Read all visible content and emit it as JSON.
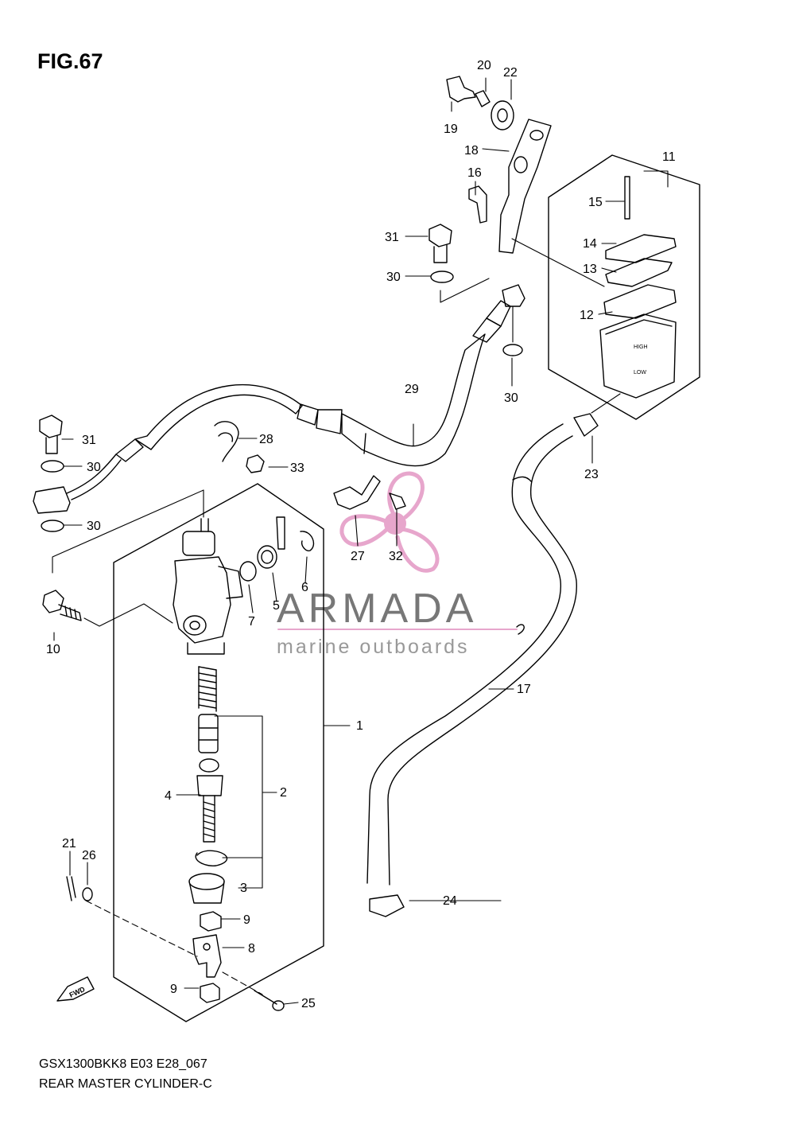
{
  "figure": {
    "title": "FIG.67",
    "code": "GSX1300BKK8 E03 E28_067",
    "description": "REAR MASTER CYLINDER-C"
  },
  "watermark": {
    "name": "ARMADA",
    "tagline": "marine outboards",
    "accent_color": "#e7a6cc"
  },
  "fwd_label": "FWD",
  "callouts": {
    "c1": "1",
    "c2": "2",
    "c3": "3",
    "c4": "4",
    "c5": "5",
    "c6": "6",
    "c7": "7",
    "c8": "8",
    "c9a": "9",
    "c9b": "9",
    "c10": "10",
    "c11": "11",
    "c12": "12",
    "c13": "13",
    "c14": "14",
    "c15": "15",
    "c16": "16",
    "c17": "17",
    "c18": "18",
    "c19": "19",
    "c20": "20",
    "c21": "21",
    "c22": "22",
    "c23": "23",
    "c24": "24",
    "c25": "25",
    "c26": "26",
    "c27": "27",
    "c28": "28",
    "c29": "29",
    "c30a": "30",
    "c30b": "30",
    "c30c": "30",
    "c30d": "30",
    "c31a": "31",
    "c31b": "31",
    "c32": "32",
    "c33": "33"
  },
  "reservoir_labels": {
    "high": "HIGH",
    "low": "LOW"
  }
}
